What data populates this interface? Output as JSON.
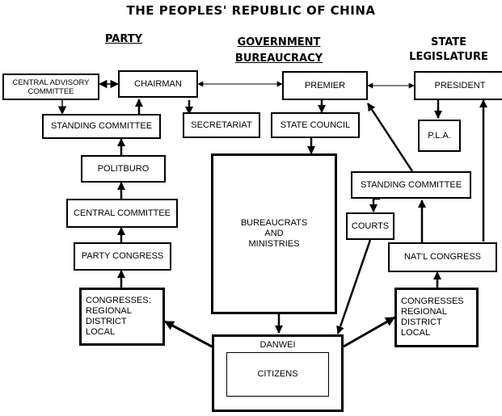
{
  "title": "THE PEOPLES' REPUBLIC OF CHINA",
  "columns": {
    "party": "PARTY",
    "government_line1": "GOVERNMENT",
    "government_line2": "BUREAUCRACY",
    "state_line1": "STATE",
    "state_line2": "LEGISLATURE"
  },
  "nodes": {
    "central_advisory": "CENTRAL ADVISORY\nCOMMITTEE",
    "chairman": "CHAIRMAN",
    "premier": "PREMIER",
    "president": "PRESIDENT",
    "party_standing_committee": "STANDING COMMITTEE",
    "secretariat": "SECRETARIAT",
    "state_council": "STATE COUNCIL",
    "pla": "P.L.A.",
    "politburo": "POLITBURO",
    "bureaucrats": "BUREAUCRATS\nAND\nMINISTRIES",
    "legislature_standing_committee": "STANDING COMMITTEE",
    "central_committee": "CENTRAL COMMITTEE",
    "courts": "COURTS",
    "party_congress": "PARTY CONGRESS",
    "natl_congress": "NAT'L CONGRESS",
    "party_regional": "CONGRESSES:\nREGIONAL\nDISTRICT\nLOCAL",
    "state_regional": "CONGRESSES\nREGIONAL\nDISTRICT\nLOCAL",
    "danwei": "DANWEI",
    "citizens": "CITIZENS"
  }
}
